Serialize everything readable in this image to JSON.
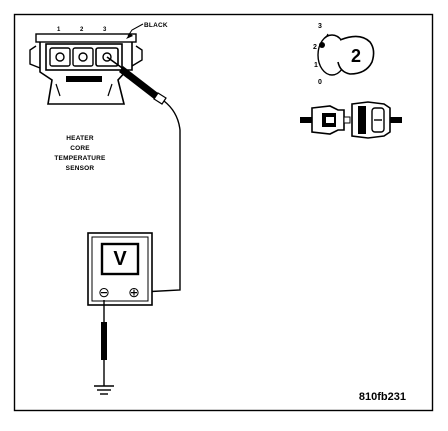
{
  "connector": {
    "pins": [
      "1",
      "2",
      "3"
    ],
    "wire_color": "BLACK"
  },
  "sensor_label": [
    "HEATER",
    "CORE",
    "TEMPERATURE",
    "SENSOR"
  ],
  "meter": {
    "display": "V",
    "neg_symbol": "⊖",
    "pos_symbol": "⊕"
  },
  "ignition": {
    "positions": [
      "3",
      "2",
      "1",
      "0"
    ],
    "key_number": "2"
  },
  "figure_code": "810fb231"
}
